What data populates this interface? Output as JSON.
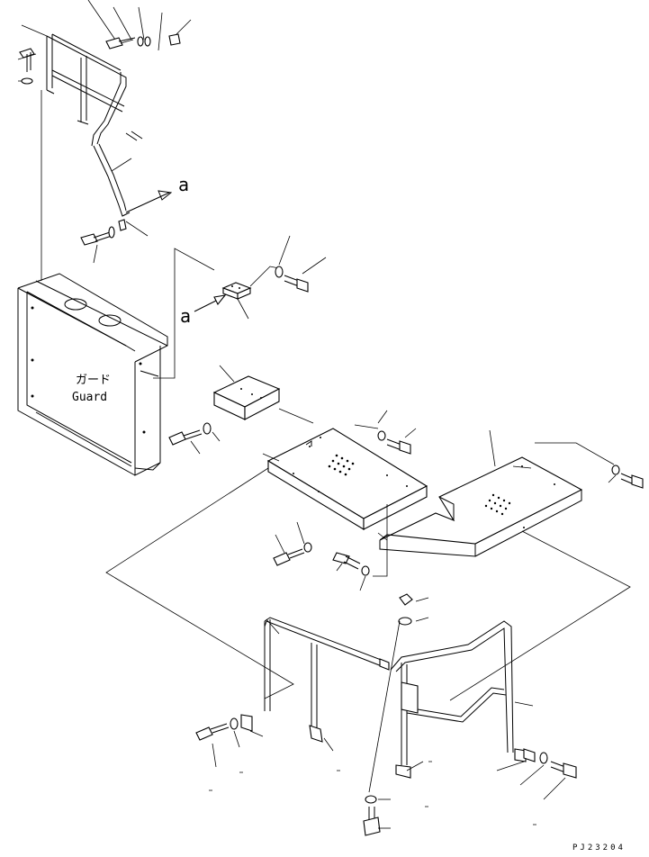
{
  "diagram": {
    "callout_a_upper": "a",
    "callout_a_lower": "a",
    "guard_label_jp": "ガード",
    "guard_label_en": "Guard",
    "drawing_number": "PJ23204"
  }
}
